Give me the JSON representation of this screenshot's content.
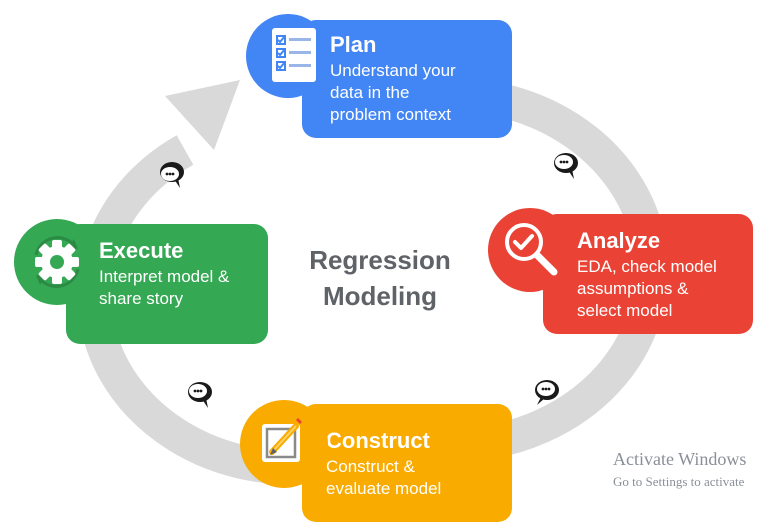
{
  "center_title": [
    "Regression",
    "Modeling"
  ],
  "stages": {
    "plan": {
      "title": "Plan",
      "desc": [
        "Understand your",
        "data in the",
        "problem context"
      ],
      "color": "#4285f4",
      "icon": "checklist-icon"
    },
    "analyze": {
      "title": "Analyze",
      "desc": [
        "EDA, check model",
        "assumptions &",
        "select model"
      ],
      "color": "#ea4335",
      "icon": "magnifier-check-icon"
    },
    "construct": {
      "title": "Construct",
      "desc": [
        "Construct &",
        "evaluate model"
      ],
      "color": "#f9ab00",
      "icon": "pencil-square-icon"
    },
    "execute": {
      "title": "Execute",
      "desc": [
        "Interpret model &",
        "share story"
      ],
      "color": "#34a853",
      "icon": "gear-cycle-icon"
    }
  },
  "ring_color": "#d9d9d9",
  "watermark": {
    "line1": "Activate Windows",
    "line2": "Go to Settings to activate"
  }
}
